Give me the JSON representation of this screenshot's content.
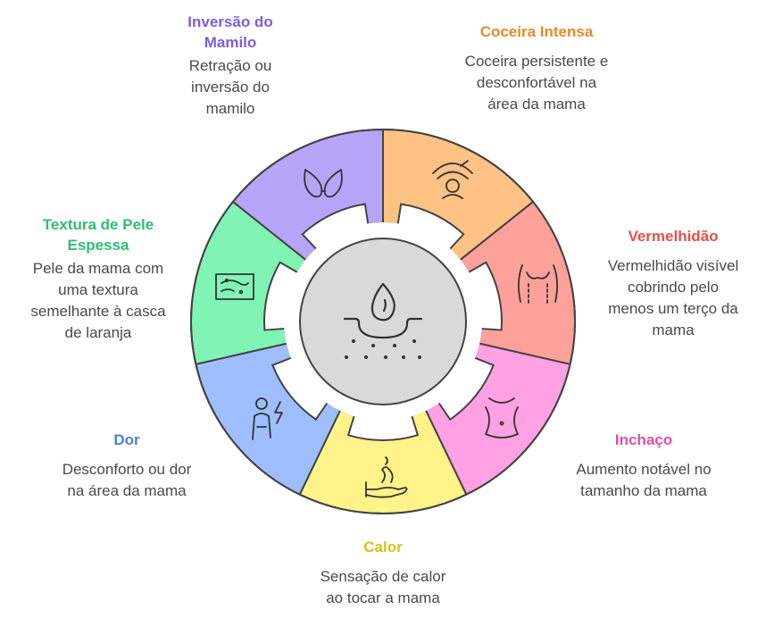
{
  "segments": [
    {
      "key": "nipple",
      "title": "Inversão do Mamilo",
      "description": "Retração ou inversão do mamilo",
      "color": "#7c5ce6",
      "fill": "#b6a4f9",
      "icon": "bra-icon"
    },
    {
      "key": "itch",
      "title": "Coceira Intensa",
      "description": "Coceira persistente e desconfortável na área da mama",
      "color": "#e8892a",
      "fill": "#ffc285",
      "icon": "scratching-icon"
    },
    {
      "key": "redness",
      "title": "Vermelhidão",
      "description": "Vermelhidão visível cobrindo pelo menos um terço da mama",
      "color": "#e8504a",
      "fill": "#ffa19b",
      "icon": "torso-icon"
    },
    {
      "key": "swelling",
      "title": "Inchaço",
      "description": "Aumento notável no tamanho da mama",
      "color": "#e04fa8",
      "fill": "#ffa1e2",
      "icon": "body-icon"
    },
    {
      "key": "heat",
      "title": "Calor",
      "description": "Sensação de calor ao tocar a mama",
      "color": "#d4c21a",
      "fill": "#fff38a",
      "icon": "hand-heat-icon"
    },
    {
      "key": "pain",
      "title": "Dor",
      "description": "Desconforto ou dor na área da mama",
      "color": "#4a7fe0",
      "fill": "#9ebeff",
      "icon": "pain-person-icon"
    },
    {
      "key": "texture",
      "title": "Textura de Pele Espessa",
      "description": "Pele da mama com uma textura semelhante à casca de laranja",
      "color": "#2fbf6e",
      "fill": "#80f4b4",
      "icon": "skin-texture-icon"
    }
  ],
  "center": {
    "icon": "skin-drop-icon",
    "fill": "#d9d9d9"
  }
}
